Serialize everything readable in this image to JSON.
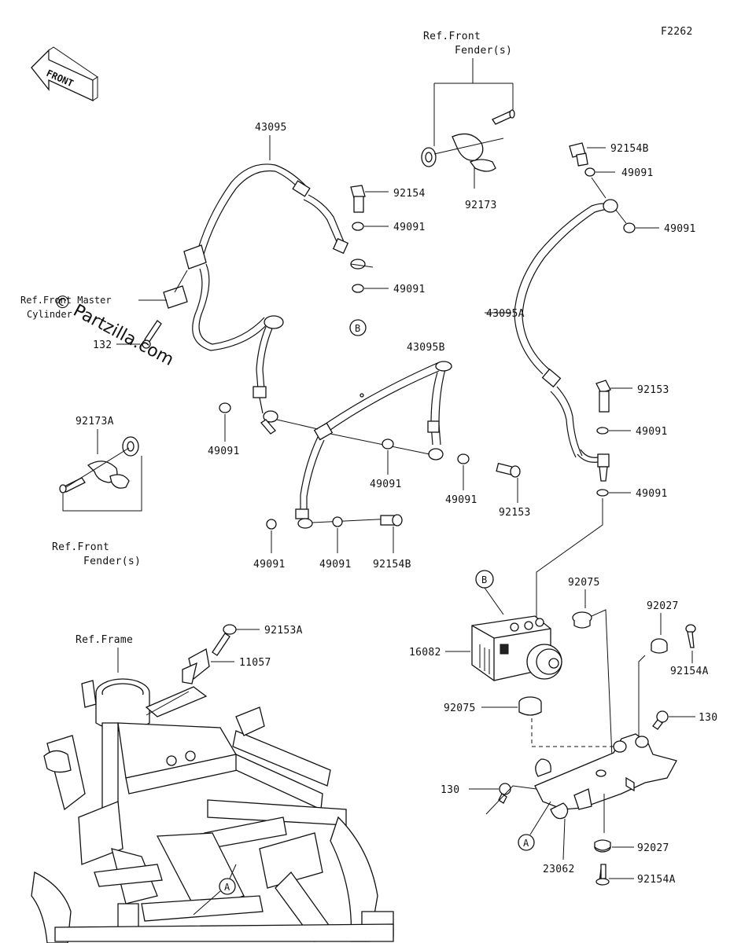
{
  "diagram_code": "F2262",
  "front_arrow_label": "FRONT",
  "watermark": "© Partzilla.com",
  "ref_labels": {
    "front_fender_top_line1": "Ref.Front",
    "front_fender_top_line2": "Fender(s)",
    "front_fender_left_line1": "Ref.Front",
    "front_fender_left_line2": "Fender(s)",
    "master_cylinder_line1": "Ref.Front Master",
    "master_cylinder_line2": "Cylinder",
    "frame": "Ref.Frame"
  },
  "callouts": {
    "B": "B",
    "A": "A"
  },
  "parts": {
    "p43095": "43095",
    "p43095A": "43095A",
    "p43095B": "43095B",
    "p92154": "92154",
    "p92154B": "92154B",
    "p92173": "92173",
    "p92173A": "92173A",
    "p49091": "49091",
    "p132": "132",
    "p92153": "92153",
    "p92153A": "92153A",
    "p11057": "11057",
    "p16082": "16082",
    "p92075": "92075",
    "p92027": "92027",
    "p92154A": "92154A",
    "p130": "130",
    "p23062": "23062"
  }
}
